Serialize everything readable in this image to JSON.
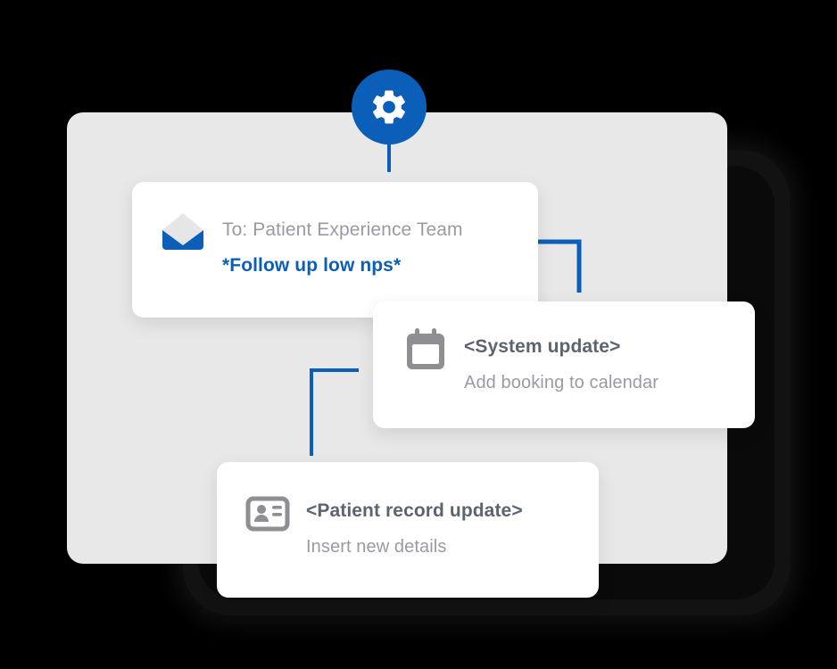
{
  "scene": {
    "title": "Automated workflow actions diagram",
    "background_color": "#000000",
    "panel_color": "#e8e8e8",
    "backdrop_color": "#121212",
    "accent_color": "#0b5fb8",
    "muted_text_color": "#9a9aa5",
    "title_text_color": "#5c6470"
  },
  "trigger": {
    "icon": "gear-icon",
    "label": "Automation settings trigger",
    "color": "#0b5fb8"
  },
  "connectors": [
    {
      "name": "email-to-system-connector",
      "color": "#0b5fb8",
      "shape": "elbow-right-down"
    },
    {
      "name": "system-to-patient-connector",
      "color": "#0b5fb8",
      "shape": "elbow-top-left-down"
    }
  ],
  "cards": [
    {
      "id": "email",
      "icon": "envelope-icon",
      "recipient": "To: Patient Experience Team",
      "subject": "*Follow up low nps*"
    },
    {
      "id": "system",
      "icon": "calendar-icon",
      "title": "<System update>",
      "subtitle": "Add booking to calendar"
    },
    {
      "id": "patient",
      "icon": "id-card-icon",
      "title": "<Patient record update>",
      "subtitle": "Insert new details"
    }
  ]
}
